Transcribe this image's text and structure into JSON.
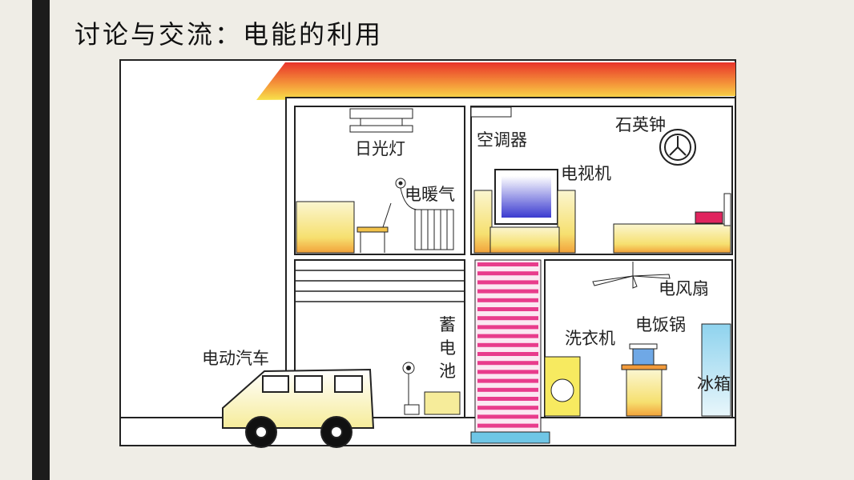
{
  "slide": {
    "title": "讨论与交流：电能的利用"
  },
  "labels": {
    "fluorescent_lamp": "日光灯",
    "electric_heater": "电暖气",
    "air_conditioner": "空调器",
    "quartz_clock": "石英钟",
    "television": "电视机",
    "electric_fan": "电风扇",
    "rice_cooker": "电饭锅",
    "washing_machine": "洗衣机",
    "refrigerator": "冰箱",
    "battery": [
      "蓄",
      "电",
      "池"
    ],
    "electric_car": "电动汽车"
  },
  "colors": {
    "roof_top": "#e8332a",
    "roof_bottom": "#f7e04a",
    "stair_pink": "#e83c8c",
    "background": "#efede6",
    "left_bar": "#1c1c1c"
  }
}
